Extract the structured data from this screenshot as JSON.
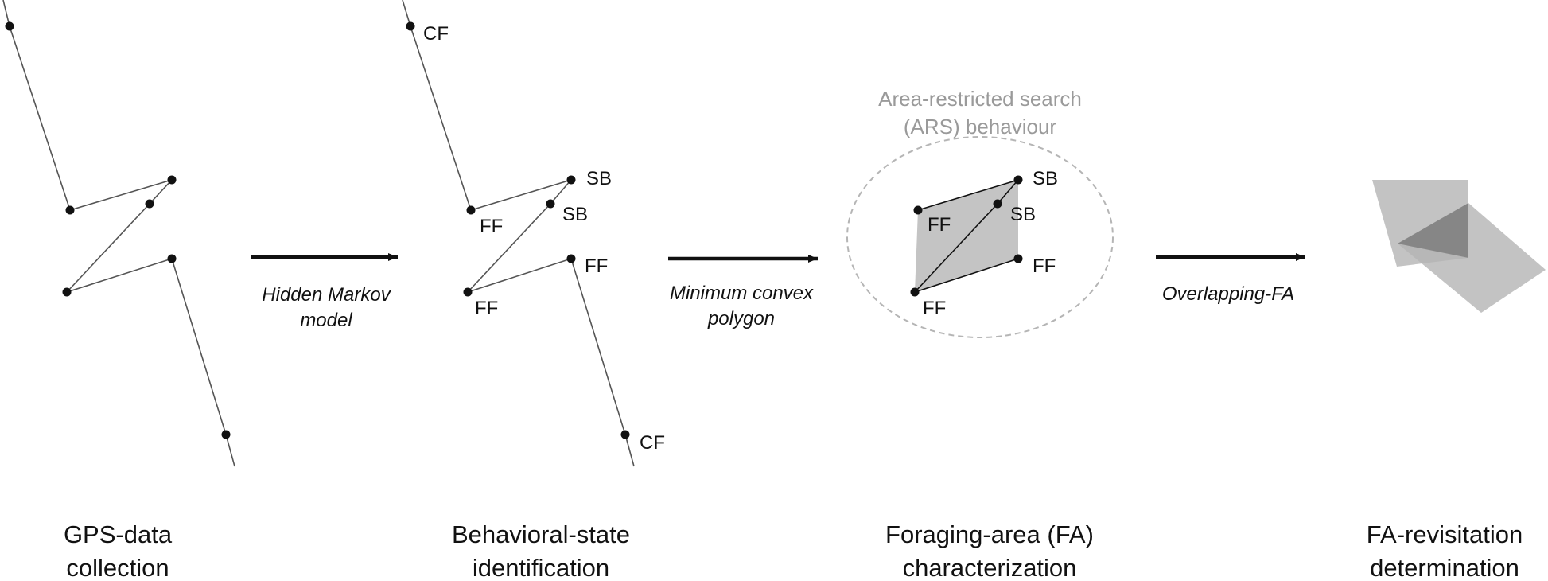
{
  "stages": [
    {
      "line1": "GPS-data",
      "line2": "collection"
    },
    {
      "line1": "Behavioral-state",
      "line2": "identification"
    },
    {
      "line1": "Foraging-area (FA)",
      "line2": "characterization"
    },
    {
      "line1": "FA-revisitation",
      "line2": "determination"
    }
  ],
  "methods": [
    {
      "line1": "Hidden Markov",
      "line2": "model"
    },
    {
      "line1": "Minimum convex",
      "line2": "polygon"
    },
    {
      "line1": "Overlapping-FA",
      "line2": ""
    }
  ],
  "ars": {
    "line1": "Area-restricted search",
    "line2": "(ARS) behaviour"
  },
  "state_labels": {
    "panel2": [
      "CF",
      "SB",
      "SB",
      "FF",
      "FF",
      "FF",
      "CF"
    ],
    "panel3": [
      "SB",
      "SB",
      "FF",
      "FF",
      "FF"
    ]
  },
  "colors": {
    "ink": "#111111",
    "track": "#555555",
    "polygon_fill": "#c4c4c4",
    "ars_ellipse": "#b5b5b5",
    "ars_text": "#9a9a9a",
    "overlap_fill": "#b4b4b4",
    "overlap_dark": "#868686"
  }
}
